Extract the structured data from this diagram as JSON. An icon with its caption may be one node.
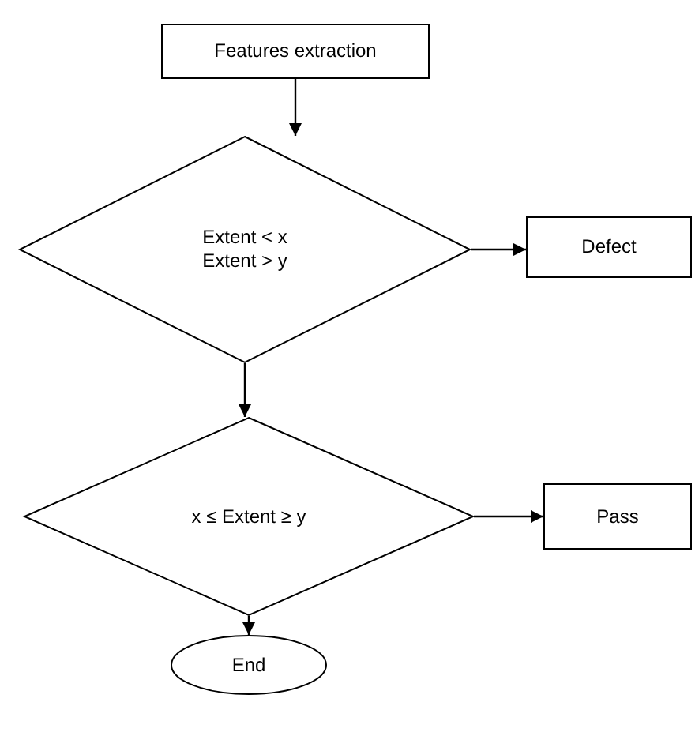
{
  "diagram": {
    "nodes": [
      {
        "text": [
          "Features extraction"
        ]
      },
      {
        "text": [
          "Extent < x",
          "Extent > y"
        ]
      },
      {
        "text": [
          "Defect"
        ]
      },
      {
        "text": [
          "x ≤ Extent ≥ y"
        ]
      },
      {
        "text": [
          "Pass"
        ]
      },
      {
        "text": [
          "End"
        ]
      }
    ],
    "edges": [
      {
        "from": 0,
        "to": 1,
        "arrow": "to"
      },
      {
        "from": 1,
        "to": 2,
        "arrow": "to"
      },
      {
        "from": 1,
        "to": 3,
        "arrow": "to"
      },
      {
        "from": 3,
        "to": 4,
        "arrow": "to"
      },
      {
        "from": 3,
        "to": 5,
        "arrow": "to"
      }
    ]
  }
}
